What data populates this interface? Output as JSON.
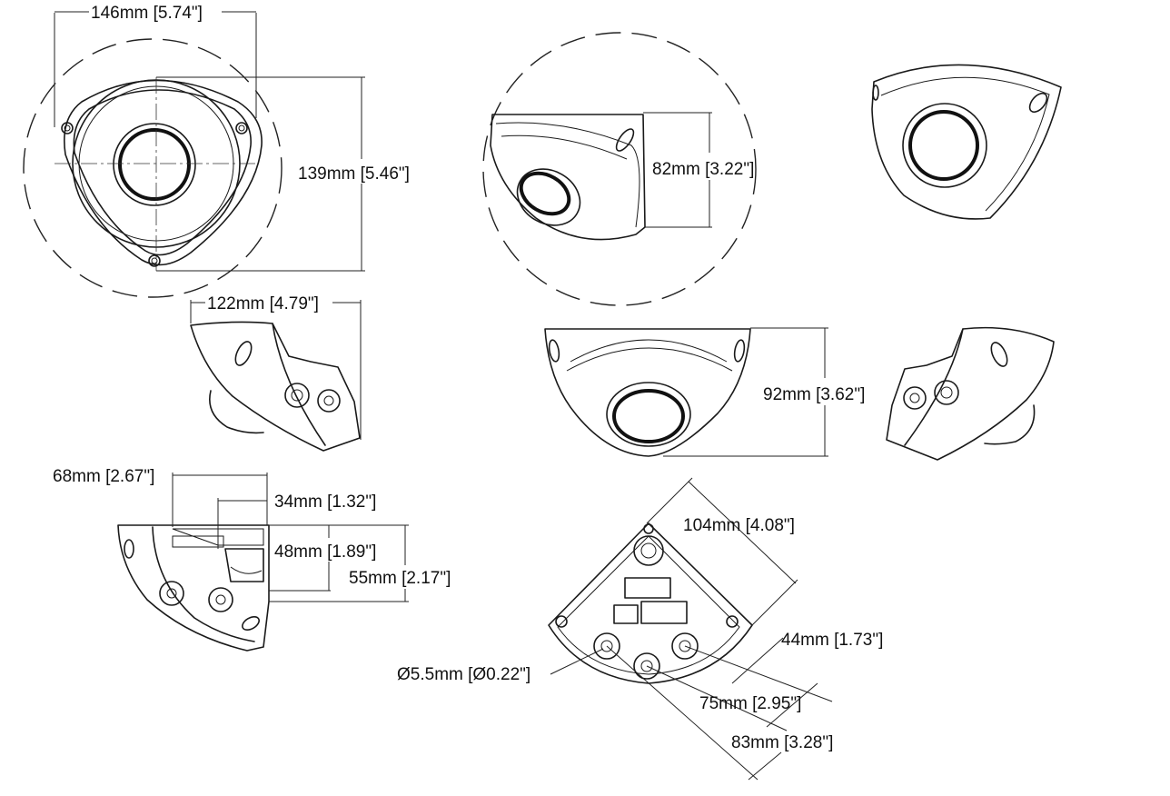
{
  "dimensions": {
    "top_width": "146mm [5.74\"]",
    "top_height": "139mm [5.46\"]",
    "corner_side_height": "82mm [3.22\"]",
    "side_width": "122mm [4.79\"]",
    "front_height": "92mm [3.62\"]",
    "depth_total": "68mm [2.67\"]",
    "depth_partial": "34mm [1.32\"]",
    "height_inner": "48mm [1.89\"]",
    "height_outer": "55mm [2.17\"]",
    "base_diagonal": "104mm [4.08\"]",
    "hole_diameter": "Ø5.5mm [Ø0.22\"]",
    "hole_spacing_a": "44mm [1.73\"]",
    "hole_spacing_b": "75mm [2.95\"]",
    "hole_spacing_c": "83mm [3.28\"]"
  }
}
